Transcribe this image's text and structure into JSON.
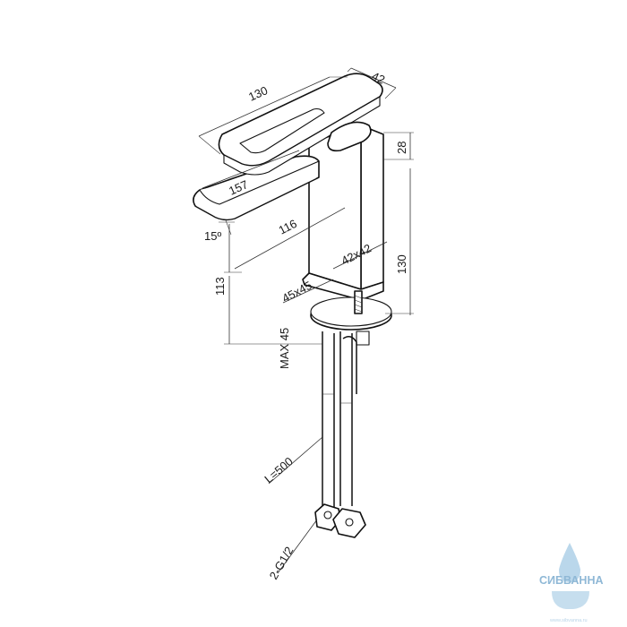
{
  "dimensions": {
    "width": "130",
    "depth": "42",
    "handle_height": "28",
    "spout_length": "157",
    "spout_angle": "15º",
    "reach": "116",
    "body_section": "42x42",
    "body_height": "130",
    "spout_height": "113",
    "flange": "45x45",
    "max_thickness": "MAX 45",
    "hose_length": "L=500",
    "connection": "2-G1/2"
  },
  "watermark": {
    "text": "СИБВАННА",
    "url": "www.sibvanna.ru"
  },
  "colors": {
    "line": "#111111",
    "watermark": "#8fb8d6"
  }
}
